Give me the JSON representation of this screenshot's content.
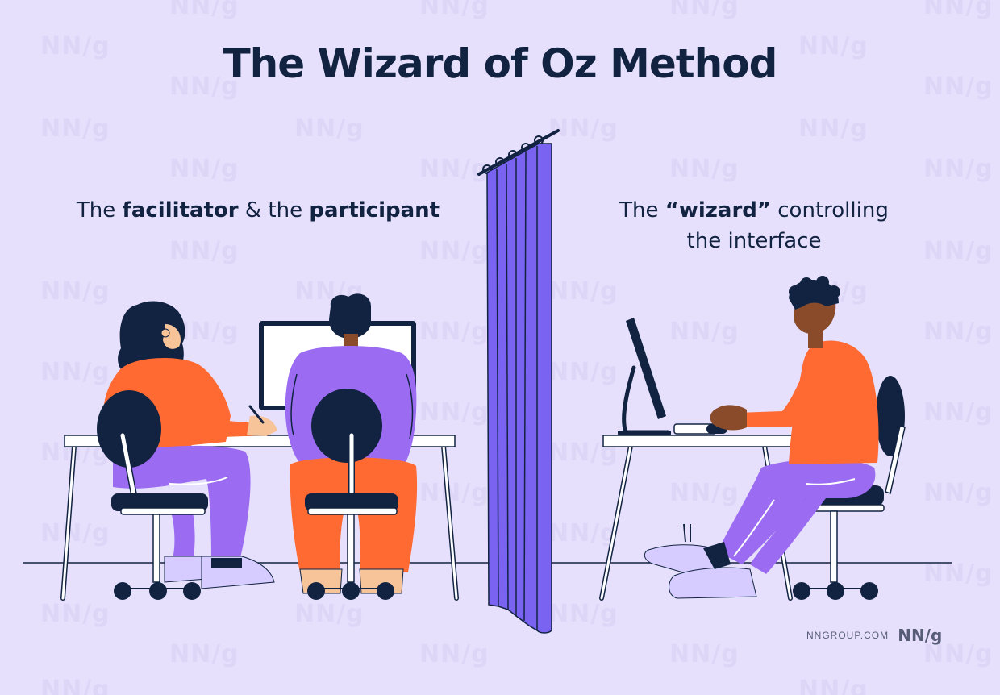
{
  "title": "The Wizard of Oz Method",
  "captions": {
    "left": {
      "prefix": "The ",
      "bold1": "facilitator",
      "mid": " & the ",
      "bold2": "participant"
    },
    "right": {
      "prefix": "The ",
      "bold": "“wizard”",
      "suffix": " controlling",
      "line2": "the interface"
    }
  },
  "watermark": "NN/g",
  "brand": {
    "url": "NNGROUP.COM",
    "logo": "NN/g"
  },
  "colors": {
    "background": "#e6e0fc",
    "navy": "#112341",
    "orange": "#ff6a33",
    "purple": "#9b6cf2",
    "curtain": "#7a63f0",
    "lavender_shoe": "#d6ccff",
    "skin_light": "#f7c49a",
    "skin_dark": "#8a4b2b",
    "white": "#ffffff"
  },
  "scene": {
    "people": [
      {
        "role": "facilitator",
        "icon": "facilitator-figure"
      },
      {
        "role": "participant",
        "icon": "participant-figure"
      },
      {
        "role": "wizard",
        "icon": "wizard-figure"
      }
    ],
    "divider": "curtain-icon"
  }
}
